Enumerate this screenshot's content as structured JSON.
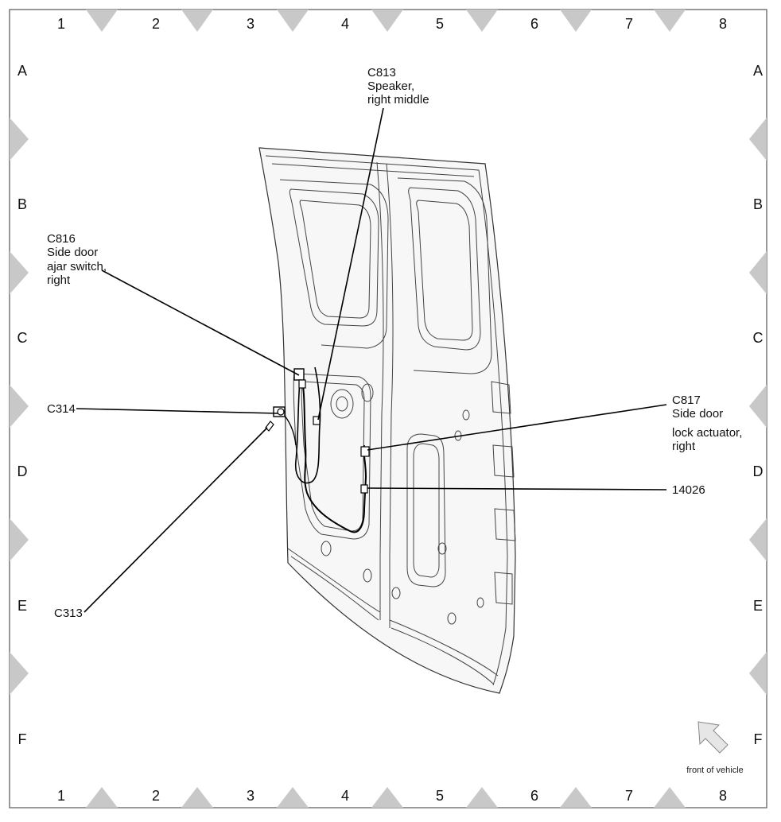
{
  "grid": {
    "columns": [
      "1",
      "2",
      "3",
      "4",
      "5",
      "6",
      "7",
      "8"
    ],
    "rows": [
      "A",
      "B",
      "C",
      "D",
      "E",
      "F"
    ]
  },
  "callouts": {
    "c813": {
      "code": "C813",
      "desc1": "Speaker,",
      "desc2": "right middle"
    },
    "c816": {
      "code": "C816",
      "desc1": "Side door",
      "desc2": "ajar switch,",
      "desc3": "right"
    },
    "c314": {
      "code": "C314"
    },
    "c313": {
      "code": "C313"
    },
    "c817": {
      "code": "C817",
      "desc1": "Side door",
      "desc2": "lock actuator,",
      "desc3": "right"
    },
    "p14026": {
      "code": "14026"
    }
  },
  "orientation": {
    "caption": "front of vehicle",
    "icon": "arrow-up-left-icon"
  }
}
